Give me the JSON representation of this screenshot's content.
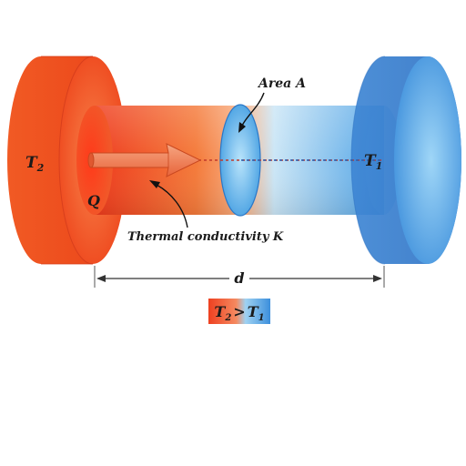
{
  "labels": {
    "hot_temp": "T",
    "hot_temp_sub": "2",
    "cold_temp": "T",
    "cold_temp_sub": "1",
    "heat": "Q",
    "area": "Area A",
    "conductivity": "Thermal conductivity K",
    "distance": "d"
  },
  "condition": {
    "left": "T",
    "left_sub": "2",
    "operator": ">",
    "right": "T",
    "right_sub": "1"
  },
  "colors": {
    "hot": "#ee3a1c",
    "hot_light": "#f9a07a",
    "cold": "#3e8fd8",
    "cold_light": "#b8e2f8"
  }
}
